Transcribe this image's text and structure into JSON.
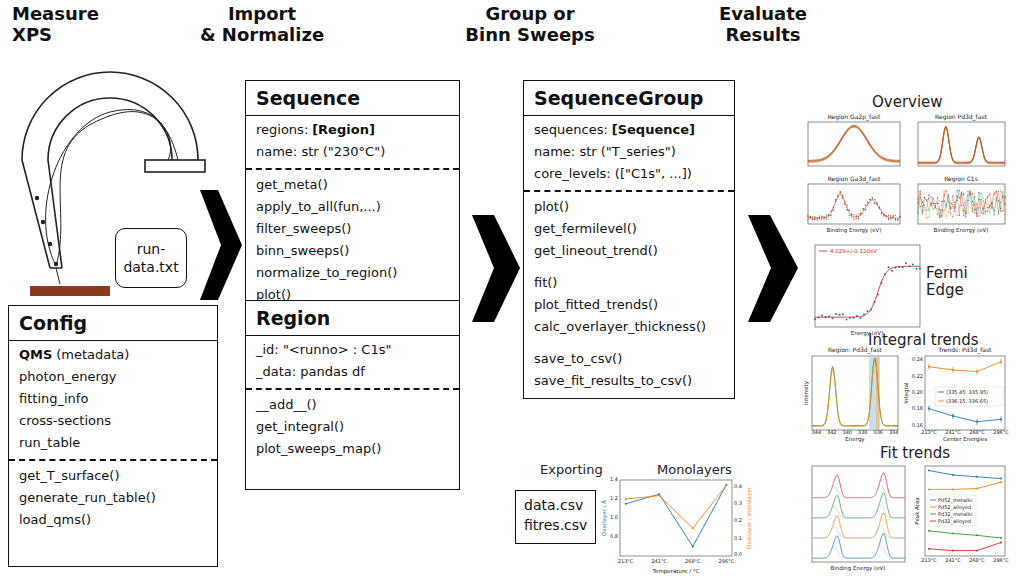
{
  "diagram": {
    "nodes": [
      {
        "text": [
          "run-data.txt"
        ]
      },
      {
        "text": [
          "Config",
          "QMS",
          "(metadata)",
          "photon_energy",
          "fitting_info",
          "cross-sections",
          "run_table",
          "get_T_surface()",
          "generate_run_table()",
          "load_qms()"
        ]
      },
      {
        "text": [
          "Sequence",
          "regions:",
          "[Region]",
          "name: str (\"230°C\")",
          "get_meta()",
          "apply_to_all(fun,...)",
          "filter_sweeps()",
          "binn_sweeps()",
          "normalize_to_region()",
          "plot()"
        ]
      },
      {
        "text": [
          "Region",
          "_id: \"<runno> : C1s\"",
          "_data: pandas df",
          "__add__()",
          "get_integral()",
          "plot_sweeps_map()"
        ]
      },
      {
        "text": [
          "SequenceGroup",
          "sequences:",
          "[Sequence]",
          "name: str (\"T_series\")",
          "core_levels: ([\"C1s\", ...])",
          "plot()",
          "get_fermilevel()",
          "get_lineout_trend()",
          "fit()",
          "plot_fitted_trends()",
          "calc_overlayer_thickness()",
          "save_to_csv()",
          "save_fit_results_to_csv()"
        ]
      },
      {
        "text": [
          "data.csv",
          "fitres.csv"
        ]
      }
    ],
    "labels": [
      "Measure",
      "XPS",
      "Import",
      "& Normalize",
      "Group or",
      "Binn Sweeps",
      "Evaluate",
      "Results",
      "Exporting",
      "Monolayers",
      "Overview",
      "Fermi Edge",
      "Integral trends",
      "Fit trends",
      "Region Ga2p_fast",
      "Region Pd3d_fast",
      "Region Ga3d_fast",
      "Region C1s",
      "Binding Energy (eV)",
      "Binding Energy (eV)",
      "4.029+/-0.120eV",
      "Energy (eV)",
      "Region: Pd3d_fast",
      "Trends: Pd3d_fast",
      "Intensity",
      "Energy",
      "Integral",
      "Center Energies",
      "Binding Energy (eV)",
      "Peak Area",
      "Overlayer / Å",
      "Overlayer / monolayer",
      "Temperature / °C",
      "213°C",
      "241°C",
      "268°C",
      "296°C",
      "213°C",
      "241°C",
      "268°C",
      "296°C",
      "213°C",
      "241°C",
      "268°C",
      "296°C",
      "344",
      "342",
      "340",
      "338",
      "336",
      "334",
      "1.4",
      "1.2",
      "1.0",
      "0.8",
      "0.4",
      "0.3",
      "0.2",
      "0.1",
      "0.0",
      "0.24",
      "0.22",
      "0.20",
      "0.18",
      "0.16"
    ],
    "legend": [
      {
        "text": "(335.45, 335.95)"
      },
      {
        "text": "(336.15, 336.65)"
      },
      {
        "text": "Pd52_metallic"
      },
      {
        "text": "Pd52_alloyed"
      },
      {
        "text": "Pd32_metallic"
      },
      {
        "text": "Pd32_alloyed"
      }
    ]
  }
}
